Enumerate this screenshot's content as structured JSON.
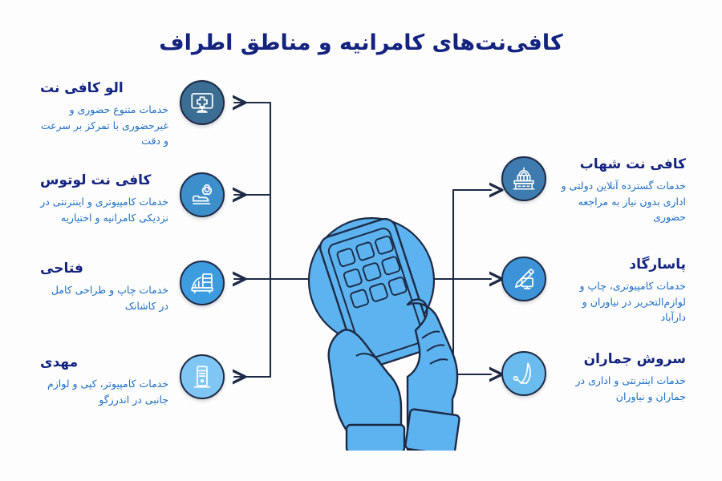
{
  "header": {
    "title": "کافی‌نت‌های کامرانیه و مناطق اطراف"
  },
  "colors": {
    "title_navy": "#13237f",
    "body_blue": "#1e6ec2",
    "line_dark": "#1d2a45",
    "illustration_blue": "#5cb3f0",
    "illustration_outline": "#1d2a45"
  },
  "left_column": [
    {
      "title": "الو کافی نت",
      "desc": "خدمات متنوع حضوری و غیرحضوری با تمرکز بر سرعت و دقت",
      "icon": "monitor-medical-cross-icon",
      "badge_color": "#3c6e94"
    },
    {
      "title": "کافی نت لوتوس",
      "desc": "خدمات کامپیوتری و اینترنتی در نزدیکی کامرانیه و اختیاریه",
      "icon": "lotus-flower-icon",
      "badge_color": "#3d8fcc"
    },
    {
      "title": "فتاحی",
      "desc": "خدمات چاپ و طراحی کامل در کاشانک",
      "icon": "printing-press-icon",
      "badge_color": "#3d9be0"
    },
    {
      "title": "مهدی",
      "desc": "خدمات کامپیوتر، کپی و لوازم جانبی در اندرزگو",
      "icon": "computer-tower-icon",
      "badge_color": "#7fc6f5"
    }
  ],
  "right_column": [
    {
      "title": "کافی نت شهاب",
      "desc": "خدمات گسترده آنلاین دولتی و اداری بدون نیاز به مراجعه حضوری",
      "icon": "government-building-icon",
      "badge_color": "#3e7bae"
    },
    {
      "title": "پاسارگاد",
      "desc": "خدمات کامپیوتری، چاپ و لوازم‌التحریر در نیاوران و دارآباد",
      "icon": "pencil-monitor-icon",
      "badge_color": "#3d93d8"
    },
    {
      "title": "سروش جماران",
      "desc": "خدمات اینترنتی و اداری در جماران و نیاوران",
      "icon": "satellite-dish-icon",
      "badge_color": "#6bbcee"
    }
  ],
  "center": {
    "illustration": "hands-holding-smartphone-illustration"
  }
}
